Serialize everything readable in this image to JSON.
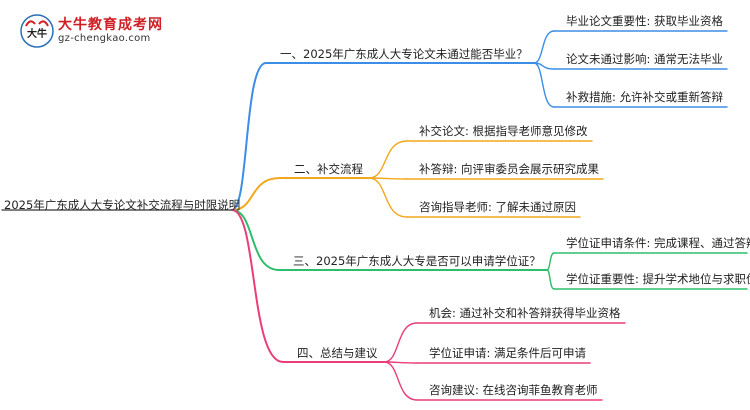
{
  "logo": {
    "title": "大牛教育成考网",
    "url": "gz-chengkao.com",
    "mark_text": "大牛",
    "colors": {
      "title": "#cf1f25",
      "accent": "#2a6fb5"
    }
  },
  "mindmap": {
    "root": "2025年广东成人大专论文补交流程与时限说明",
    "branches": [
      {
        "label": "一、2025年广东成人大专论文未通过能否毕业？",
        "color": "#3b8ee6",
        "children": [
          "毕业论文重要性: 获取毕业资格",
          "论文未通过影响: 通常无法毕业",
          "补救措施: 允许补交或重新答辩"
        ]
      },
      {
        "label": "二、补交流程",
        "color": "#f2a81d",
        "children": [
          "补交论文: 根据指导老师意见修改",
          "补答辩: 向评审委员会展示研究成果",
          "咨询指导老师: 了解未通过原因"
        ]
      },
      {
        "label": "三、2025年广东成人大专是否可以申请学位证？",
        "color": "#2ebd6b",
        "children": [
          "学位证申请条件: 完成课程、通过答辩",
          "学位证重要性: 提升学术地位与求职优势"
        ]
      },
      {
        "label": "四、总结与建议",
        "color": "#ea3d7a",
        "children": [
          "机会: 通过补交和补答辩获得毕业资格",
          "学位证申请: 满足条件后可申请",
          "咨询建议: 在线咨询菲鱼教育老师"
        ]
      }
    ]
  }
}
